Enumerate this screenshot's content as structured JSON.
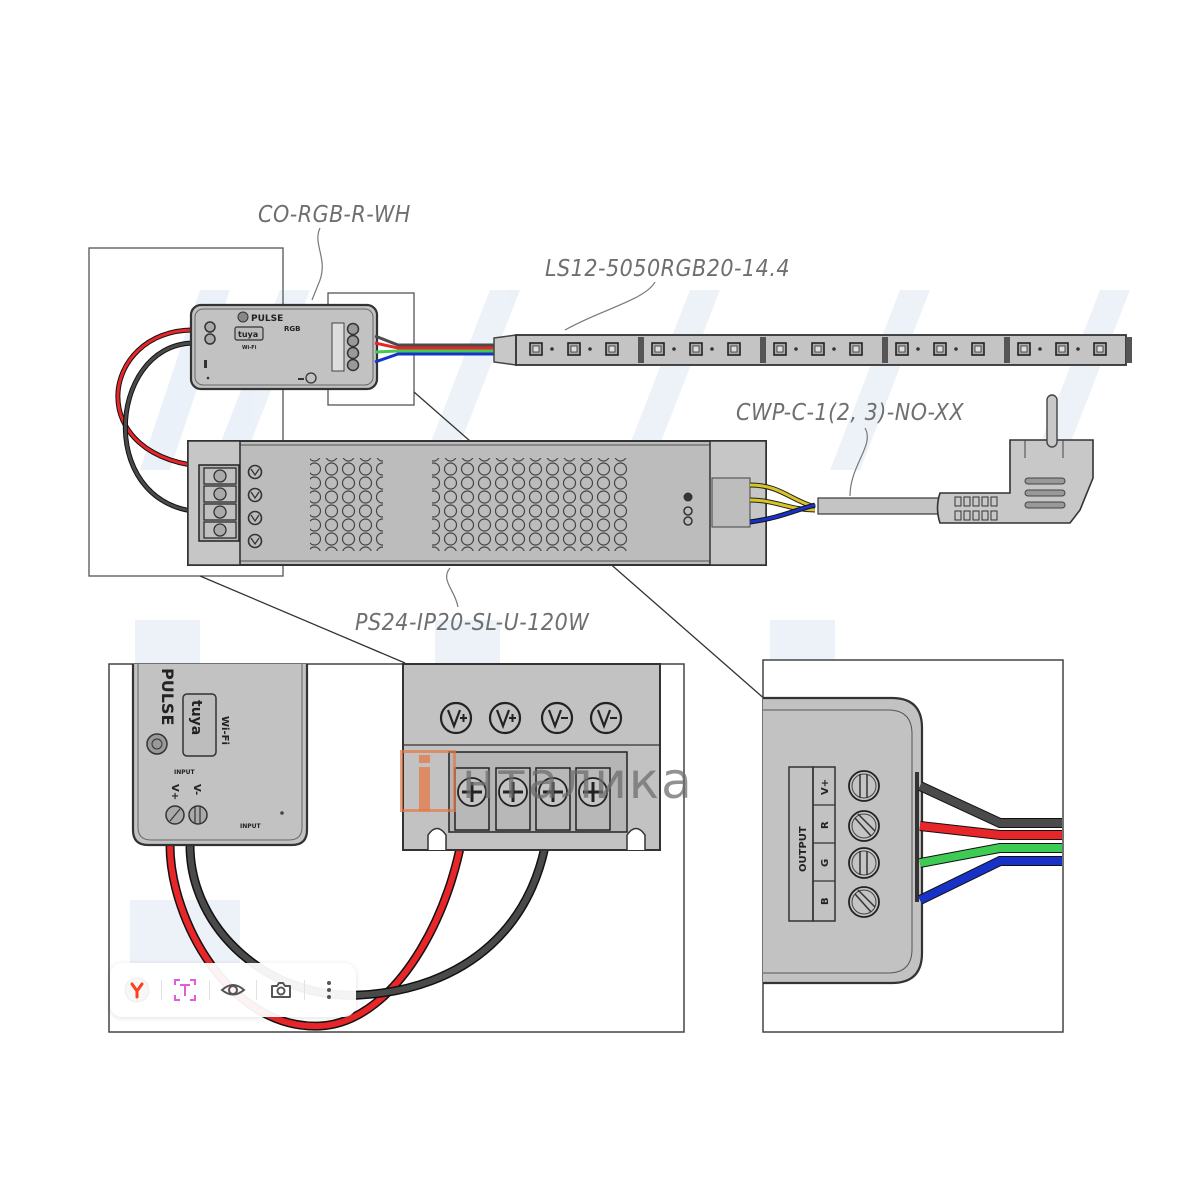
{
  "labels": {
    "controller": "CO-RGB-R-WH",
    "led_strip": "LS12-5050RGB20-14.4",
    "power_cable": "CWP-C-1(2, 3)-NO-XX",
    "power_supply": "PS24-IP20-SL-U-120W"
  },
  "controller": {
    "brand": "PULSE",
    "tuya": "tuya",
    "wifi": "Wi-Fi",
    "rgb": "RGB",
    "input_label": "INPUT",
    "input_pins": [
      "V+",
      "V-"
    ]
  },
  "power_supply": {
    "terminal_symbols": [
      "V+",
      "V+",
      "V-",
      "V-"
    ]
  },
  "output_detail": {
    "output_label": "OUTPUT",
    "pins": [
      "V+",
      "R",
      "G",
      "B"
    ]
  },
  "wire_colors": {
    "red": "#e8262a",
    "black": "#4a4a4a",
    "green": "#3ecb53",
    "blue": "#1832c8",
    "yellow": "#d8c424"
  },
  "watermark": {
    "text": "нталика",
    "accent": "#e6784a"
  },
  "toolbar": {
    "items": [
      {
        "icon": "yandex-logo-icon"
      },
      {
        "icon": "text-recognition-icon"
      },
      {
        "icon": "eye-icon"
      },
      {
        "icon": "camera-icon"
      },
      {
        "icon": "more-vertical-icon"
      }
    ]
  }
}
